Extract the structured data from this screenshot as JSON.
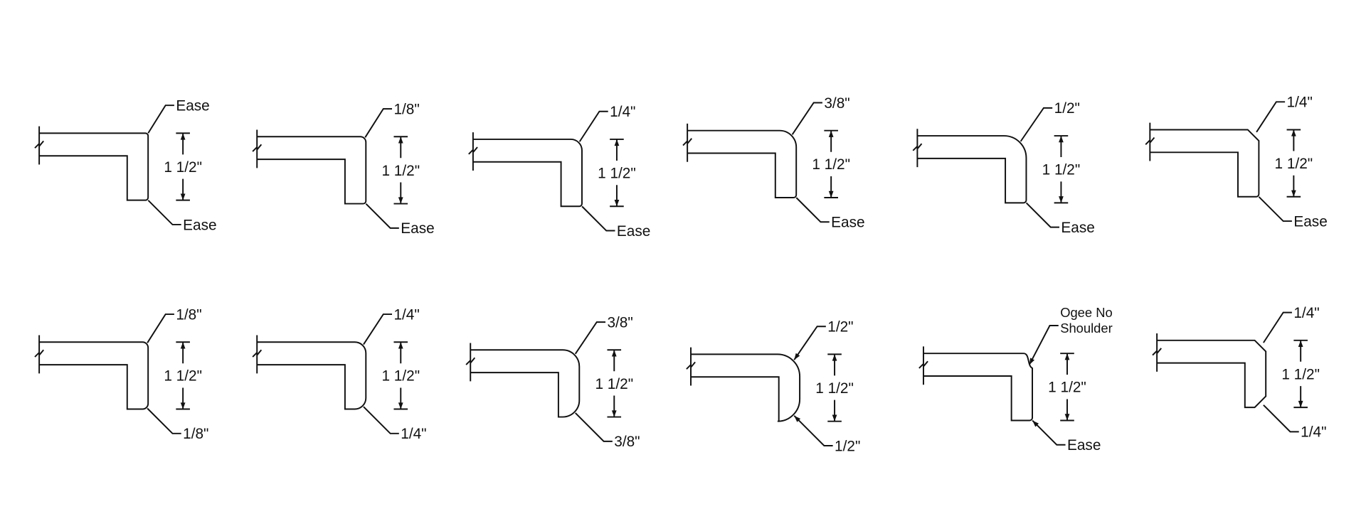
{
  "title": "Countertop edge profiles",
  "dimension_label": "1 1/2\"",
  "profiles": [
    {
      "row": 1,
      "top": {
        "type": "radius",
        "size_in": 0.06,
        "label": "Ease"
      },
      "bottom": {
        "type": "radius",
        "size_in": 0.06,
        "label": "Ease"
      }
    },
    {
      "row": 1,
      "top": {
        "type": "radius",
        "size_in": 0.125,
        "label": "1/8\""
      },
      "bottom": {
        "type": "radius",
        "size_in": 0.06,
        "label": "Ease"
      }
    },
    {
      "row": 1,
      "top": {
        "type": "radius",
        "size_in": 0.25,
        "label": "1/4\""
      },
      "bottom": {
        "type": "radius",
        "size_in": 0.06,
        "label": "Ease"
      }
    },
    {
      "row": 1,
      "top": {
        "type": "radius",
        "size_in": 0.375,
        "label": "3/8\""
      },
      "bottom": {
        "type": "radius",
        "size_in": 0.06,
        "label": "Ease"
      }
    },
    {
      "row": 1,
      "top": {
        "type": "radius",
        "size_in": 0.5,
        "label": "1/2\""
      },
      "bottom": {
        "type": "radius",
        "size_in": 0.06,
        "label": "Ease"
      }
    },
    {
      "row": 1,
      "top": {
        "type": "bevel",
        "size_in": 0.25,
        "label": "1/4\""
      },
      "bottom": {
        "type": "radius",
        "size_in": 0.06,
        "label": "Ease"
      }
    },
    {
      "row": 2,
      "top": {
        "type": "radius",
        "size_in": 0.125,
        "label": "1/8\""
      },
      "bottom": {
        "type": "radius",
        "size_in": 0.125,
        "label": "1/8\""
      }
    },
    {
      "row": 2,
      "top": {
        "type": "radius",
        "size_in": 0.25,
        "label": "1/4\""
      },
      "bottom": {
        "type": "radius",
        "size_in": 0.25,
        "label": "1/4\""
      }
    },
    {
      "row": 2,
      "top": {
        "type": "radius",
        "size_in": 0.375,
        "label": "3/8\""
      },
      "bottom": {
        "type": "radius",
        "size_in": 0.375,
        "label": "3/8\""
      }
    },
    {
      "row": 2,
      "top": {
        "type": "radius",
        "size_in": 0.5,
        "label": "1/2\"",
        "arrow": true
      },
      "bottom": {
        "type": "radius",
        "size_in": 0.5,
        "label": "1/2\"",
        "arrow": true
      }
    },
    {
      "row": 2,
      "top": {
        "type": "ogee",
        "size_in": 0.3,
        "label": "Ogee No Shoulder",
        "label_lines": [
          "Ogee No",
          "Shoulder"
        ],
        "arrow": true
      },
      "bottom": {
        "type": "radius",
        "size_in": 0.06,
        "label": "Ease",
        "arrow": true
      }
    },
    {
      "row": 2,
      "top": {
        "type": "bevel",
        "size_in": 0.25,
        "label": "1/4\""
      },
      "bottom": {
        "type": "bevel",
        "size_in": 0.25,
        "label": "1/4\""
      }
    }
  ]
}
